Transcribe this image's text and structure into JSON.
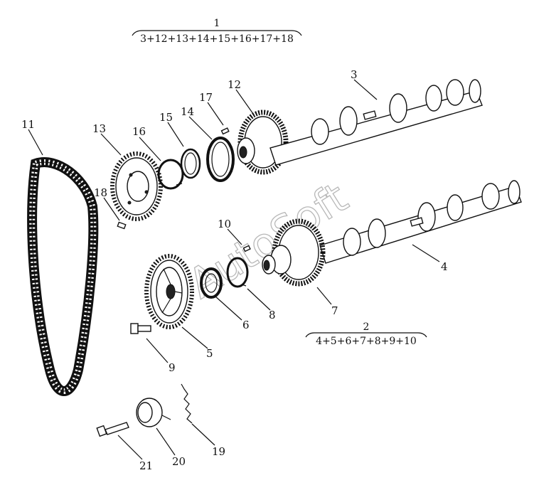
{
  "assemblies": [
    {
      "id": "1",
      "formula": "3+12+13+14+15+16+17+18"
    },
    {
      "id": "2",
      "formula": "4+5+6+7+8+9+10"
    }
  ],
  "callouts": [
    "3",
    "4",
    "5",
    "6",
    "7",
    "8",
    "9",
    "10",
    "11",
    "12",
    "13",
    "14",
    "15",
    "16",
    "17",
    "18",
    "19",
    "20",
    "21"
  ],
  "watermark": "AutoSoft"
}
